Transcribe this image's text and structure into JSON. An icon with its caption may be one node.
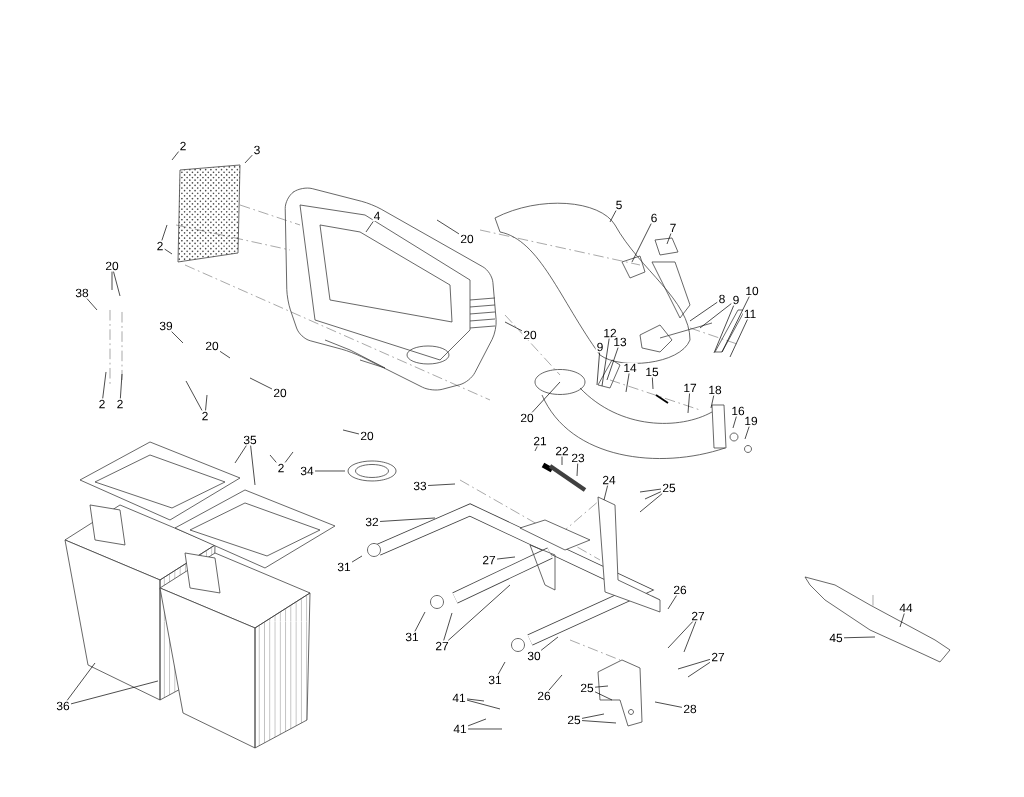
{
  "diagram": {
    "nodes": [
      {
        "text": [
          "2"
        ]
      },
      {
        "text": [
          "3"
        ]
      },
      {
        "text": [
          "4"
        ]
      },
      {
        "text": [
          "20"
        ]
      },
      {
        "text": [
          "2"
        ]
      },
      {
        "text": [
          "5"
        ]
      },
      {
        "text": [
          "6"
        ]
      },
      {
        "text": [
          "7"
        ]
      },
      {
        "text": [
          "20"
        ]
      },
      {
        "text": [
          "38"
        ]
      },
      {
        "text": [
          "39"
        ]
      },
      {
        "text": [
          "20"
        ]
      },
      {
        "text": [
          "20"
        ]
      },
      {
        "text": [
          "8"
        ]
      },
      {
        "text": [
          "9"
        ]
      },
      {
        "text": [
          "10"
        ]
      },
      {
        "text": [
          "11"
        ]
      },
      {
        "text": [
          "12"
        ]
      },
      {
        "text": [
          "13"
        ]
      },
      {
        "text": [
          "9"
        ]
      },
      {
        "text": [
          "14"
        ]
      },
      {
        "text": [
          "15"
        ]
      },
      {
        "text": [
          "20"
        ]
      },
      {
        "text": [
          "2"
        ]
      },
      {
        "text": [
          "2"
        ]
      },
      {
        "text": [
          "2"
        ]
      },
      {
        "text": [
          "17"
        ]
      },
      {
        "text": [
          "18"
        ]
      },
      {
        "text": [
          "20"
        ]
      },
      {
        "text": [
          "16"
        ]
      },
      {
        "text": [
          "19"
        ]
      },
      {
        "text": [
          "20"
        ]
      },
      {
        "text": [
          "35"
        ]
      },
      {
        "text": [
          "21"
        ]
      },
      {
        "text": [
          "22"
        ]
      },
      {
        "text": [
          "23"
        ]
      },
      {
        "text": [
          "2"
        ]
      },
      {
        "text": [
          "34"
        ]
      },
      {
        "text": [
          "33"
        ]
      },
      {
        "text": [
          "24"
        ]
      },
      {
        "text": [
          "25"
        ]
      },
      {
        "text": [
          "32"
        ]
      },
      {
        "text": [
          "31"
        ]
      },
      {
        "text": [
          "27"
        ]
      },
      {
        "text": [
          "26"
        ]
      },
      {
        "text": [
          "27"
        ]
      },
      {
        "text": [
          "44"
        ]
      },
      {
        "text": [
          "31"
        ]
      },
      {
        "text": [
          "27"
        ]
      },
      {
        "text": [
          "45"
        ]
      },
      {
        "text": [
          "27"
        ]
      },
      {
        "text": [
          "31"
        ]
      },
      {
        "text": [
          "30"
        ]
      },
      {
        "text": [
          "26"
        ]
      },
      {
        "text": [
          "25"
        ]
      },
      {
        "text": [
          "41"
        ]
      },
      {
        "text": [
          "28"
        ]
      },
      {
        "text": [
          "36"
        ]
      },
      {
        "text": [
          "25"
        ]
      },
      {
        "text": [
          "41"
        ]
      }
    ],
    "edges": [
      {
        "from": 0,
        "to": null,
        "arrow": "none"
      },
      {
        "from": 1,
        "to": null,
        "arrow": "none"
      },
      {
        "from": 2,
        "to": null,
        "arrow": "none"
      },
      {
        "from": 3,
        "to": null,
        "arrow": "none"
      },
      {
        "from": 4,
        "to": null,
        "arrow": "none"
      },
      {
        "from": 4,
        "to": null,
        "arrow": "none"
      },
      {
        "from": 5,
        "to": null,
        "arrow": "none"
      },
      {
        "from": 6,
        "to": null,
        "arrow": "none"
      },
      {
        "from": 7,
        "to": null,
        "arrow": "none"
      },
      {
        "from": 8,
        "to": null,
        "arrow": "none"
      },
      {
        "from": 8,
        "to": null,
        "arrow": "none"
      },
      {
        "from": 9,
        "to": null,
        "arrow": "none"
      },
      {
        "from": 10,
        "to": null,
        "arrow": "none"
      },
      {
        "from": 11,
        "to": null,
        "arrow": "none"
      },
      {
        "from": 12,
        "to": null,
        "arrow": "none"
      },
      {
        "from": 13,
        "to": null,
        "arrow": "none"
      },
      {
        "from": 14,
        "to": null,
        "arrow": "none"
      },
      {
        "from": 14,
        "to": null,
        "arrow": "none"
      },
      {
        "from": 15,
        "to": null,
        "arrow": "none"
      },
      {
        "from": 16,
        "to": null,
        "arrow": "none"
      },
      {
        "from": 17,
        "to": null,
        "arrow": "none"
      },
      {
        "from": 18,
        "to": null,
        "arrow": "none"
      },
      {
        "from": 19,
        "to": null,
        "arrow": "none"
      },
      {
        "from": 20,
        "to": null,
        "arrow": "none"
      },
      {
        "from": 21,
        "to": null,
        "arrow": "none"
      },
      {
        "from": 22,
        "to": null,
        "arrow": "none"
      },
      {
        "from": 23,
        "to": null,
        "arrow": "none"
      },
      {
        "from": 24,
        "to": null,
        "arrow": "none"
      },
      {
        "from": 25,
        "to": null,
        "arrow": "none"
      },
      {
        "from": 25,
        "to": null,
        "arrow": "none"
      },
      {
        "from": 26,
        "to": null,
        "arrow": "none"
      },
      {
        "from": 27,
        "to": null,
        "arrow": "none"
      },
      {
        "from": 28,
        "to": null,
        "arrow": "none"
      },
      {
        "from": 29,
        "to": null,
        "arrow": "none"
      },
      {
        "from": 30,
        "to": null,
        "arrow": "none"
      },
      {
        "from": 31,
        "to": null,
        "arrow": "none"
      },
      {
        "from": 32,
        "to": null,
        "arrow": "none"
      },
      {
        "from": 32,
        "to": null,
        "arrow": "none"
      },
      {
        "from": 33,
        "to": null,
        "arrow": "none"
      },
      {
        "from": 34,
        "to": null,
        "arrow": "none"
      },
      {
        "from": 35,
        "to": null,
        "arrow": "none"
      },
      {
        "from": 36,
        "to": null,
        "arrow": "none"
      },
      {
        "from": 36,
        "to": null,
        "arrow": "none"
      },
      {
        "from": 37,
        "to": null,
        "arrow": "none"
      },
      {
        "from": 38,
        "to": null,
        "arrow": "none"
      },
      {
        "from": 39,
        "to": null,
        "arrow": "none"
      },
      {
        "from": 40,
        "to": null,
        "arrow": "none"
      },
      {
        "from": 40,
        "to": null,
        "arrow": "none"
      },
      {
        "from": 40,
        "to": null,
        "arrow": "none"
      },
      {
        "from": 41,
        "to": null,
        "arrow": "none"
      },
      {
        "from": 42,
        "to": null,
        "arrow": "none"
      },
      {
        "from": 43,
        "to": null,
        "arrow": "none"
      },
      {
        "from": 44,
        "to": null,
        "arrow": "none"
      },
      {
        "from": 45,
        "to": null,
        "arrow": "none"
      },
      {
        "from": 45,
        "to": null,
        "arrow": "none"
      },
      {
        "from": 46,
        "to": null,
        "arrow": "none"
      },
      {
        "from": 47,
        "to": null,
        "arrow": "none"
      },
      {
        "from": 48,
        "to": null,
        "arrow": "none"
      },
      {
        "from": 48,
        "to": null,
        "arrow": "none"
      },
      {
        "from": 49,
        "to": null,
        "arrow": "none"
      },
      {
        "from": 50,
        "to": null,
        "arrow": "none"
      },
      {
        "from": 50,
        "to": null,
        "arrow": "none"
      },
      {
        "from": 51,
        "to": null,
        "arrow": "none"
      },
      {
        "from": 52,
        "to": null,
        "arrow": "none"
      },
      {
        "from": 53,
        "to": null,
        "arrow": "none"
      },
      {
        "from": 54,
        "to": null,
        "arrow": "none"
      },
      {
        "from": 54,
        "to": null,
        "arrow": "none"
      },
      {
        "from": 55,
        "to": null,
        "arrow": "none"
      },
      {
        "from": 55,
        "to": null,
        "arrow": "none"
      },
      {
        "from": 56,
        "to": null,
        "arrow": "none"
      },
      {
        "from": 57,
        "to": null,
        "arrow": "none"
      },
      {
        "from": 57,
        "to": null,
        "arrow": "none"
      },
      {
        "from": 58,
        "to": null,
        "arrow": "none"
      },
      {
        "from": 58,
        "to": null,
        "arrow": "none"
      },
      {
        "from": 59,
        "to": null,
        "arrow": "none"
      },
      {
        "from": 59,
        "to": null,
        "arrow": "none"
      }
    ]
  }
}
